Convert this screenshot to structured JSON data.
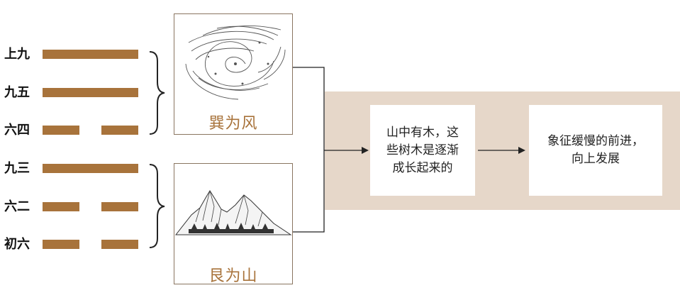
{
  "lines": [
    {
      "label": "上九",
      "type": "solid"
    },
    {
      "label": "九五",
      "type": "solid"
    },
    {
      "label": "六四",
      "type": "broken"
    },
    {
      "label": "九三",
      "type": "solid"
    },
    {
      "label": "六二",
      "type": "broken"
    },
    {
      "label": "初六",
      "type": "broken"
    }
  ],
  "upper_trigram": {
    "caption": "巽为风",
    "image": "wind-swirl-icon"
  },
  "lower_trigram": {
    "caption": "艮为山",
    "image": "mountain-icon"
  },
  "meaning_box": {
    "line1": "山中有木，这",
    "line2": "些树木是逐渐",
    "line3": "成长起来的"
  },
  "symbol_box": {
    "line1": "象征缓慢的前进，",
    "line2": "向上发展"
  },
  "colors": {
    "bar": "#a8733b",
    "band": "#e6d7c9",
    "caption": "#a8733b"
  }
}
